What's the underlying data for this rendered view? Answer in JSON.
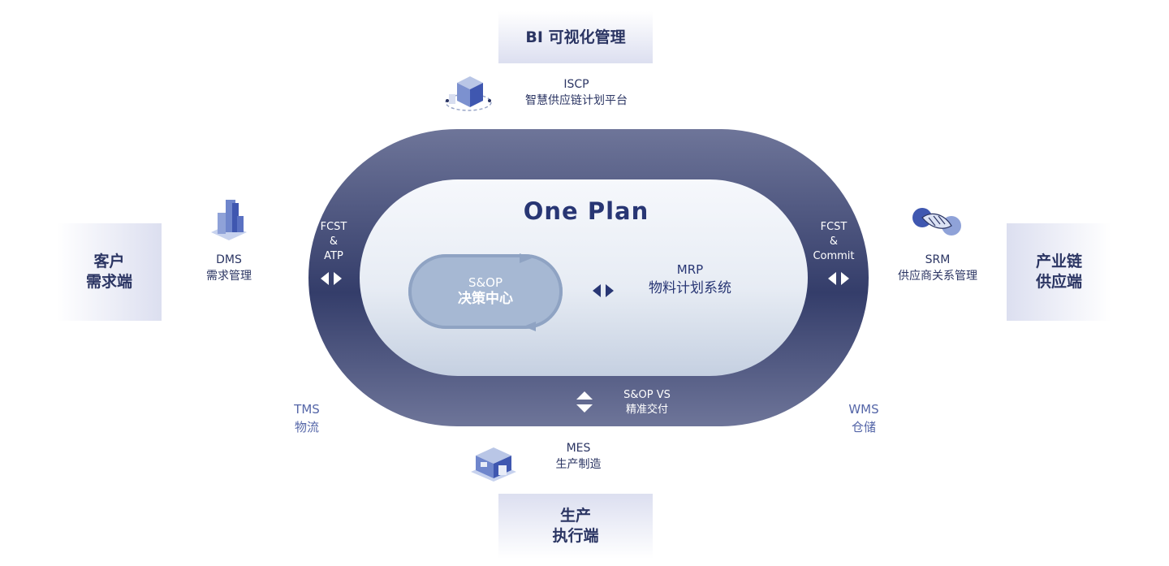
{
  "top_box": {
    "label": "BI 可视化管理"
  },
  "bottom_box": {
    "line1": "生产",
    "line2": "执行端"
  },
  "left_box": {
    "line1": "客户",
    "line2": "需求端"
  },
  "right_box": {
    "line1": "产业链",
    "line2": "供应端"
  },
  "core": {
    "title": "One Plan",
    "sop": {
      "line1": "S&OP",
      "line2": "决策中心"
    },
    "mrp": {
      "line1": "MRP",
      "line2": "物料计划系统"
    }
  },
  "ring_labels": {
    "left": {
      "line1": "FCST",
      "line2": "&",
      "line3": "ATP"
    },
    "right": {
      "line1": "FCST",
      "line2": "&",
      "line3": "Commit"
    },
    "bottom": {
      "line1": "S&OP VS",
      "line2": "精准交付"
    }
  },
  "systems": {
    "iscp": {
      "name": "ISCP",
      "desc": "智慧供应链计划平台",
      "icon": "boxes-icon"
    },
    "dms": {
      "name": "DMS",
      "desc": "需求管理",
      "icon": "buildings-icon"
    },
    "srm": {
      "name": "SRM",
      "desc": "供应商关系管理",
      "icon": "handshake-icon"
    },
    "mes": {
      "name": "MES",
      "desc": "生产制造",
      "icon": "factory-icon"
    },
    "tms": {
      "name": "TMS",
      "desc": "物流"
    },
    "wms": {
      "name": "WMS",
      "desc": "仓储"
    }
  },
  "colors": {
    "navy": "#343d6a",
    "title": "#283674",
    "accent_blue": "#5566a8",
    "sop_fill": "#a6b8d3"
  }
}
